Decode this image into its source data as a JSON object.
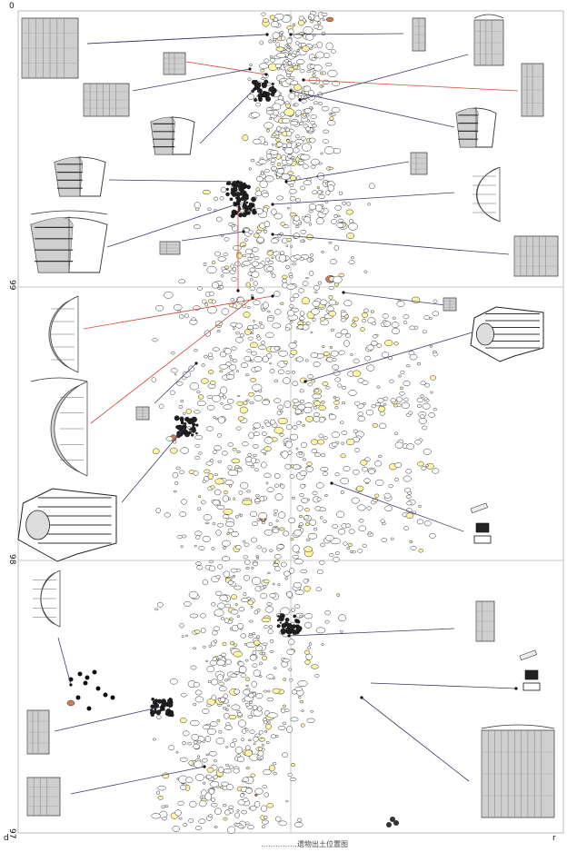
{
  "grid_labels": {
    "left_99": "99",
    "left_98": "98",
    "left_97": "97",
    "corner_0": "0",
    "corner_d": "d",
    "corner_r": "r"
  },
  "caption": "……………遗物出土位置图",
  "colors": {
    "grid": "#c9c9c9",
    "sherd_fill": "#fff6a6",
    "sherd_stroke": "#333333",
    "red_sherd": "#d07a52",
    "leader_line": "#3b3f6a",
    "red_line": "#d2463b",
    "drawing_fill": "#cfcfcf"
  },
  "artifact_count_shown": "scatter of excavated sherds with leader lines to illustrated finds"
}
